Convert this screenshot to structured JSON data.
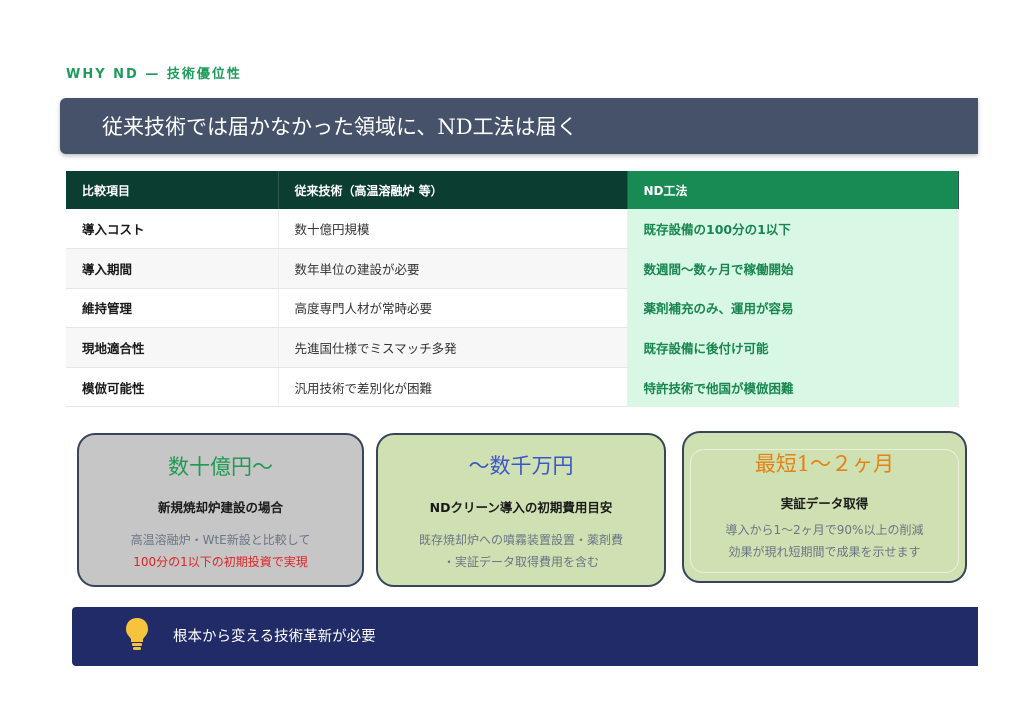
{
  "kicker": "WHY ND — 技術優位性",
  "headline": "従来技術では届かなかった領域に、ND工法は届く",
  "table": {
    "headers": [
      "比較項目",
      "従来技術（高温溶融炉 等）",
      "ND工法"
    ],
    "rows": [
      {
        "item": "導入コスト",
        "conventional": "数十億円規模",
        "nd": "既存設備の100分の1以下"
      },
      {
        "item": "導入期間",
        "conventional": "数年単位の建設が必要",
        "nd": "数週間〜数ヶ月で稼働開始"
      },
      {
        "item": "維持管理",
        "conventional": "高度専門人材が常時必要",
        "nd": "薬剤補充のみ、運用が容易"
      },
      {
        "item": "現地適合性",
        "conventional": "先進国仕様でミスマッチ多発",
        "nd": "既存設備に後付け可能"
      },
      {
        "item": "模倣可能性",
        "conventional": "汎用技術で差別化が困難",
        "nd": "特許技術で他国が模倣困難"
      }
    ]
  },
  "cards": [
    {
      "big": "数十億円〜",
      "sub": "新規焼却炉建設の場合",
      "desc_line1": "高温溶融炉・WtE新設と比較して",
      "desc_line2": "100分の1以下の初期投資で実現"
    },
    {
      "big": "〜数千万円",
      "sub": "NDクリーン導入の初期費用目安",
      "desc_line1": "既存焼却炉への噴霧装置設置・薬剤費",
      "desc_line2": "・実証データ取得費用を含む"
    },
    {
      "big": "最短1〜２ヶ月",
      "sub": "実証データ取得",
      "desc_line1": "導入から1〜2ヶ月で90%以上の削減",
      "desc_line2": "効果が現れ短期間で成果を示せます"
    }
  ],
  "footer": {
    "icon": "lightbulb-icon",
    "message": "根本から変える技術革新が必要"
  },
  "colors": {
    "accent_green": "#1e9c5b",
    "headline_bg": "#46526a",
    "table_header_dark": "#0c3d31",
    "table_header_nd": "#188b55",
    "nd_column_bg": "#d8f7e5",
    "footer_bg": "#212b68",
    "highlight_red": "#e02323",
    "bulb_yellow": "#f6c33d"
  }
}
